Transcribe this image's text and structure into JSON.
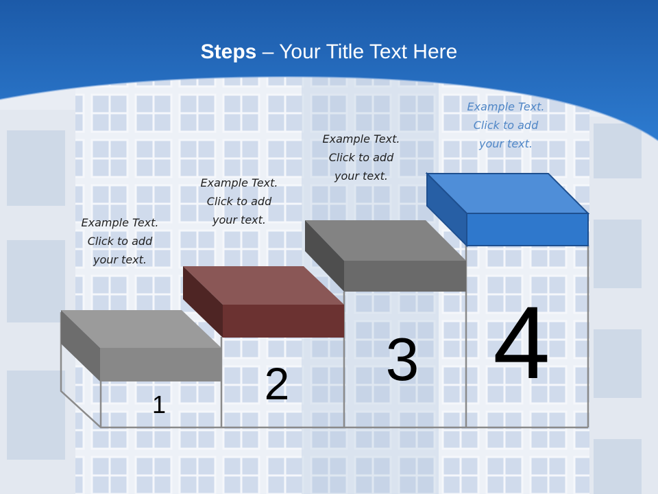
{
  "title": {
    "bold": "Steps",
    "rest": " – Your Title Text Here"
  },
  "steps": [
    {
      "number": "1",
      "text_lines": [
        "Example Text.",
        "Click  to add",
        "your text."
      ],
      "top_color": "#8c8c8c"
    },
    {
      "number": "2",
      "text_lines": [
        "Example Text.",
        "Click  to add",
        "your text."
      ],
      "top_color": "#86504f"
    },
    {
      "number": "3",
      "text_lines": [
        "Example Text.",
        "Click  to add",
        "your text."
      ],
      "top_color": "#6e6e6e"
    },
    {
      "number": "4",
      "text_lines": [
        "Example Text.",
        "Click  to add",
        "your text."
      ],
      "top_color": "#2f79cc"
    }
  ],
  "colors": {
    "header": "#1f62b3",
    "note_text": "#1f1f1f",
    "note_text_step4": "#4f86c6"
  }
}
